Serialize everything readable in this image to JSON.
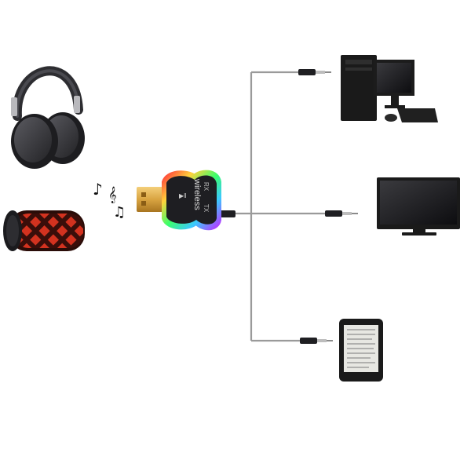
{
  "adapter": {
    "brand_label": "wireless",
    "mode_tx_label": "TX",
    "mode_rx_label": "RX",
    "play_pause_glyph": "▶‖"
  },
  "notes": {
    "note_1": "♪",
    "note_2": "𝄞",
    "note_3": "♫"
  },
  "colors": {
    "cable": "#9a9a9a",
    "usb_plug": "#d9a441",
    "adapter_body": "#1e1e22",
    "rgb_glow": [
      "#ff3b3b",
      "#ffd23b",
      "#3bff6a",
      "#3bc8ff",
      "#b43bff"
    ],
    "speaker_red": "#c0281c",
    "device_black": "#1a1a1a"
  },
  "icons": {
    "source_devices": [
      "headphones-icon",
      "bluetooth-speaker-icon"
    ],
    "target_devices": [
      "desktop-computer-icon",
      "tv-icon",
      "ereader-icon"
    ],
    "connectors": [
      "aux-jack-icon"
    ]
  }
}
